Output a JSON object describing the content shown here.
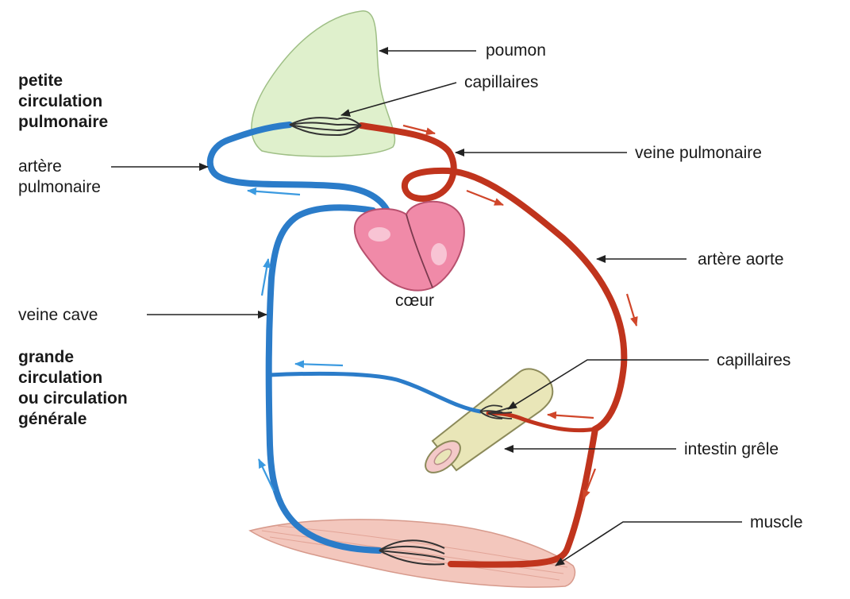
{
  "titles": {
    "pulmonary": [
      "petite",
      "circulation",
      "pulmonaire"
    ],
    "systemic": [
      "grande",
      "circulation",
      "ou circulation",
      "générale"
    ]
  },
  "labels": {
    "poumon": "poumon",
    "capillaires_top": "capillaires",
    "veine_pulmonaire": "veine pulmonaire",
    "artere_pulmonaire": [
      "artère",
      "pulmonaire"
    ],
    "artere_aorte": "artère aorte",
    "coeur": "cœur",
    "veine_cave": "veine cave",
    "capillaires_mid": "capillaires",
    "intestin": "intestin grêle",
    "muscle": "muscle"
  },
  "colors": {
    "oxygenated": "#c0341d",
    "deoxygenated": "#2b7cc9",
    "arrow_red": "#d0462a",
    "arrow_blue": "#3b9ae0",
    "lung": "#dff0cc",
    "heart": "#f08aa8",
    "intestine": "#e9e6b8",
    "muscle": "#f3c7bd"
  }
}
